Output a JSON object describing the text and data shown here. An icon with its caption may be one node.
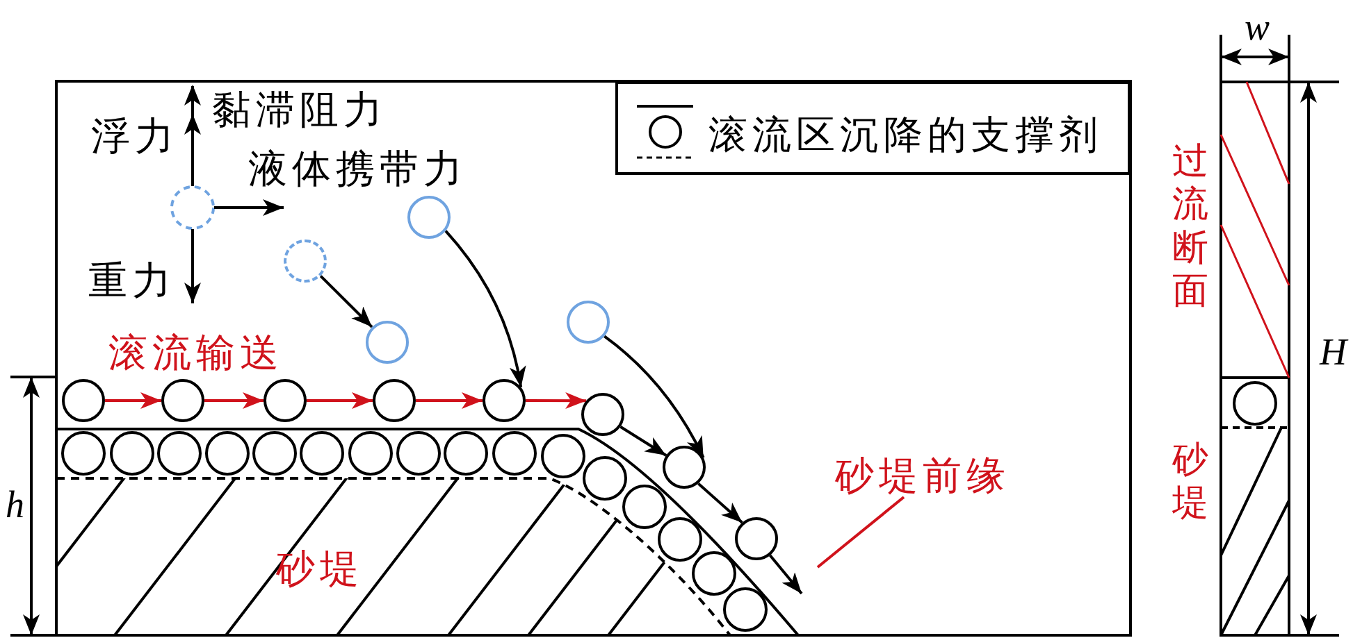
{
  "diagram": {
    "nodes": [
      {
        "text": [],
        "shape": "circle"
      },
      {
        "text": [],
        "shape": "circle"
      },
      {
        "text": [],
        "shape": "circle"
      },
      {
        "text": [],
        "shape": "circle"
      },
      {
        "text": [],
        "shape": "circle"
      },
      {
        "text": [],
        "shape": "circle"
      },
      {
        "text": [],
        "shape": "circle"
      },
      {
        "text": [],
        "shape": "circle"
      },
      {
        "text": [],
        "shape": "circle"
      },
      {
        "text": [],
        "shape": "circle"
      },
      {
        "text": [],
        "shape": "circle"
      },
      {
        "text": [],
        "shape": "circle"
      },
      {
        "text": [
          "砂堤前缘"
        ]
      }
    ],
    "edges": [
      {
        "from": 1,
        "to": 3,
        "arrow": "to"
      },
      {
        "from": 0,
        "to": 8,
        "arrow": "to"
      },
      {
        "from": 2,
        "to": 10,
        "arrow": "to"
      },
      {
        "from": 4,
        "to": 5,
        "arrow": "to",
        "color": "#d0121b"
      },
      {
        "from": 5,
        "to": 6,
        "arrow": "to",
        "color": "#d0121b"
      },
      {
        "from": 6,
        "to": 7,
        "arrow": "to",
        "color": "#d0121b"
      },
      {
        "from": 7,
        "to": 8,
        "arrow": "to",
        "color": "#d0121b"
      },
      {
        "from": 8,
        "to": 9,
        "arrow": "to",
        "color": "#d0121b"
      },
      {
        "from": 9,
        "to": 10,
        "arrow": "to"
      },
      {
        "from": 10,
        "to": 11,
        "arrow": "to"
      },
      {
        "from": 11,
        "to": null,
        "arrow": "to"
      },
      {
        "from": 12,
        "to": null,
        "arrow": "none",
        "color": "#d0121b"
      }
    ],
    "labels": [
      "w",
      "黏滞阻力",
      "浮力",
      "液体携带力",
      "过流断面",
      "重力",
      "H",
      "滚流输送",
      "砂堤",
      "h",
      "砂堤"
    ],
    "legend": [
      {
        "text": "滚流区沉降的支撑剂"
      }
    ]
  }
}
